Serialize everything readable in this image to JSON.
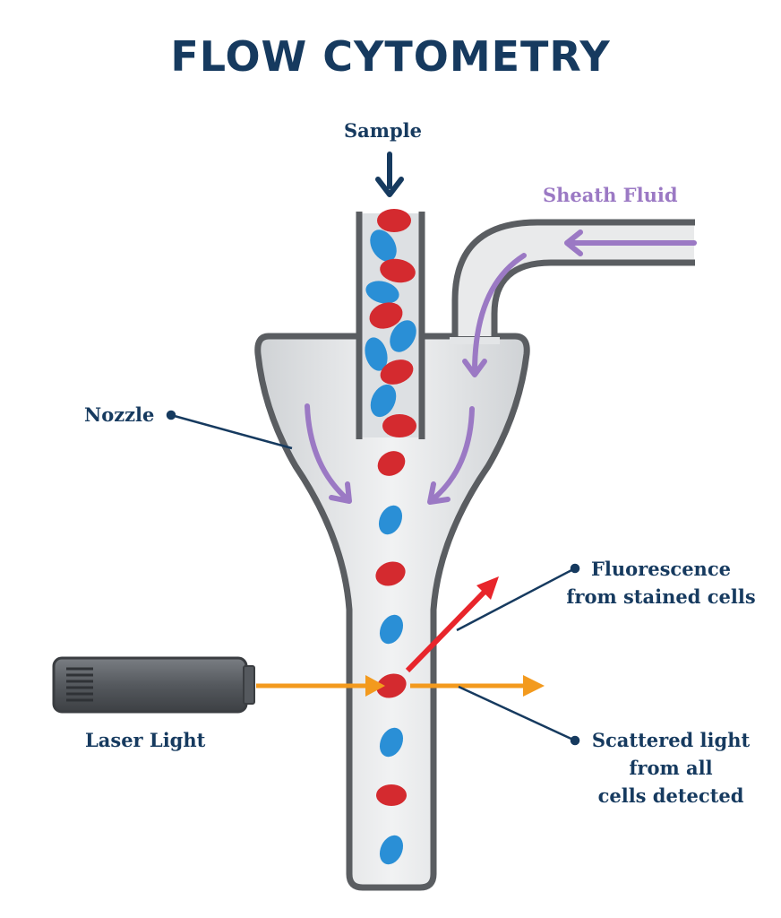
{
  "title": "FLOW CYTOMETRY",
  "labels": {
    "sample": "Sample",
    "sheath_fluid": "Sheath Fluid",
    "nozzle": "Nozzle",
    "fluorescence_line1": "Fluorescence",
    "fluorescence_line2": "from stained cells",
    "laser_light": "Laser Light",
    "scattered_line1": "Scattered light",
    "scattered_line2": "from all",
    "scattered_line3": "cells detected"
  },
  "colors": {
    "title": "#163a5f",
    "sheath_fluid": "#9b79c4",
    "red_cell": "#d42a2f",
    "blue_cell": "#2a8fd6",
    "laser": "#f39a1e",
    "fluorescence_arrow": "#e8252b",
    "outline": "#55585c"
  },
  "icons": [
    "sample-arrow-icon",
    "sheath-flow-arrow-icon",
    "laser-device-icon",
    "laser-beam-arrow-icon",
    "fluorescence-arrow-icon",
    "scatter-arrow-icon"
  ]
}
